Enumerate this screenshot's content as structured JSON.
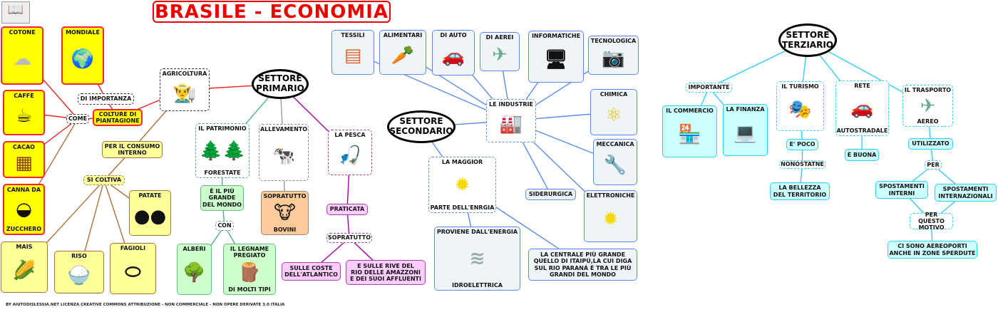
{
  "title": "BRASILE - ECONOMIA",
  "footer": "BY AIUTODISLESSIA.NET LICENZA CREATIVE COMMONS ATTRIBUZIONE - NON COMMERCIALE - NON OPERE DERIVATE 3.0 ITALIA",
  "nodes": {
    "primario": {
      "top": "SETTORE\nPRIMARIO"
    },
    "agricoltura": {
      "top": "AGRICOLTURA",
      "icon": "farmer-icon"
    },
    "colture": {
      "top": "COLTURE DI\nPIANTAGIONE"
    },
    "importanza": {
      "top": "DI IMPORTANZA"
    },
    "mondiale": {
      "top": "MONDIALE",
      "icon": "globe-icon"
    },
    "come": {
      "top": "COME"
    },
    "cotone": {
      "top": "COTONE",
      "icon": "cotton-icon"
    },
    "caffe": {
      "top": "CAFFÈ",
      "icon": "coffee-icon"
    },
    "cacao": {
      "top": "CACAO",
      "icon": "chocolate-icon"
    },
    "canna": {
      "top": "CANNA DA",
      "bottom": "ZUCCHERO",
      "icon": "sugar-bowl-icon"
    },
    "consumo": {
      "top": "PER IL CONSUMO\nINTERNO"
    },
    "coltiva": {
      "top": "SI COLTIVA"
    },
    "patate": {
      "top": "PATATE",
      "icon": "potato-icon"
    },
    "mais": {
      "top": "MAIS",
      "icon": "corn-icon"
    },
    "riso": {
      "top": "RISO",
      "icon": "rice-icon"
    },
    "fagioli": {
      "top": "FAGIOLI",
      "icon": "beans-icon"
    },
    "patrimonio": {
      "top": "IL PATRIMONIO",
      "bottom": "FORESTATE",
      "icon": "forest-icon"
    },
    "grande": {
      "top": "È IL PIÙ\nGRANDE\nDEL MONDO"
    },
    "con": {
      "top": "CON"
    },
    "alberi": {
      "top": "ALBERI",
      "icon": "tree-icon"
    },
    "legname": {
      "top": "IL LEGNAME\nPREGIATO",
      "bottom": "DI MOLTI TIPI",
      "icon": "wood-icon"
    },
    "allevamento": {
      "top": "ALLEVAMENTO",
      "icon": "farmer-cow-icon"
    },
    "bovini": {
      "top": "SOPRATUTTO",
      "bottom": "BOVINI",
      "icon": "cow-icon"
    },
    "pesca": {
      "top": "LA PESCA",
      "icon": "fisherman-icon"
    },
    "praticata": {
      "top": "PRATICATA"
    },
    "soprattutto": {
      "top": "SOPRATUTTO"
    },
    "coste": {
      "top": "SULLE COSTE\nDELL'ATLANTICO"
    },
    "rive": {
      "top": "E SULLE RIVE DEL\nRIO DELLE AMAZZONI\nE DEI SUOI AFFLUENTI"
    },
    "secondario": {
      "top": "SETTORE\nSECONDARIO"
    },
    "industrie": {
      "top": "LE INDUSTRIE",
      "icon": "factory-icon"
    },
    "tessili": {
      "top": "TESSILI",
      "icon": "fabric-icon"
    },
    "alimentari": {
      "top": "ALIMENTARI",
      "icon": "vegetables-icon"
    },
    "auto": {
      "top": "DI AUTO",
      "icon": "car-icon"
    },
    "aerei": {
      "top": "DI AEREI",
      "icon": "airplane-icon"
    },
    "informatiche": {
      "top": "INFORMATICHE",
      "icon": "computer-icon"
    },
    "tecnologica": {
      "top": "TECNOLOGICA",
      "icon": "camera-icon"
    },
    "chimica": {
      "top": "CHIMICA",
      "icon": "molecule-icon"
    },
    "meccanica": {
      "top": "MECCANICA",
      "icon": "mechanic-icon"
    },
    "elettroniche": {
      "top": "ELETTRONICHE",
      "icon": "electricity-icon"
    },
    "siderurgica": {
      "top": "SIDERURGICA"
    },
    "maggior": {
      "top": "LA MAGGIOR",
      "bottom": "PARTE DELL'ENRGIA",
      "icon": "electricity-icon"
    },
    "proviene": {
      "top": "PROVIENE DALL'ENERGIA",
      "bottom": "IDROELETTRICA",
      "icon": "waterfall-icon"
    },
    "centrale": {
      "top": "LA CENTRALE PIÙ GRANDE\nQUELLO DI ITAIPÚ,LA CUI DIGA\nSUL RIO PARANÁ È TRA LE PIÙ\nGRANDI DEL MONDO"
    },
    "terziario": {
      "top": "SETTORE\nTERZIARIO"
    },
    "importante": {
      "top": "IMPORTANTE"
    },
    "commercio": {
      "top": "IL COMMERCIO",
      "icon": "market-icon"
    },
    "finanza": {
      "top": "LA FINANZA",
      "icon": "office-worker-icon"
    },
    "turismo": {
      "top": "IL TURISMO",
      "icon": "carnival-mask-icon"
    },
    "poco": {
      "top": "E' POCO"
    },
    "nonostatne": {
      "top": "NONOSTATNE"
    },
    "bellezza": {
      "top": "LA BELLEZZA\nDEL TERRITORIO"
    },
    "rete": {
      "top": "RETE",
      "bottom": "AUTOSTRADALE",
      "icon": "car-icon"
    },
    "buona": {
      "top": "È BUONA"
    },
    "trasporto": {
      "top": "IL TRASPORTO",
      "bottom": "AEREO",
      "icon": "airplane-icon"
    },
    "utilizzato": {
      "top": "UTILIZZATO"
    },
    "per": {
      "top": "PER"
    },
    "interni": {
      "top": "SPOSTAMENTI\nINTERNI"
    },
    "internazionali": {
      "top": "SPOSTAMENTI\nINTERNAZIONALI"
    },
    "motivo": {
      "top": "PER QUESTO\nMOTIVO"
    },
    "aeroporti": {
      "top": "CI SONO AEREOPORTI\nANCHE IN ZONE SPERDUTE"
    }
  },
  "colors": {
    "primary": "#ee2222",
    "secondary": "#5b8df0",
    "tertiary": "#33ccff"
  }
}
